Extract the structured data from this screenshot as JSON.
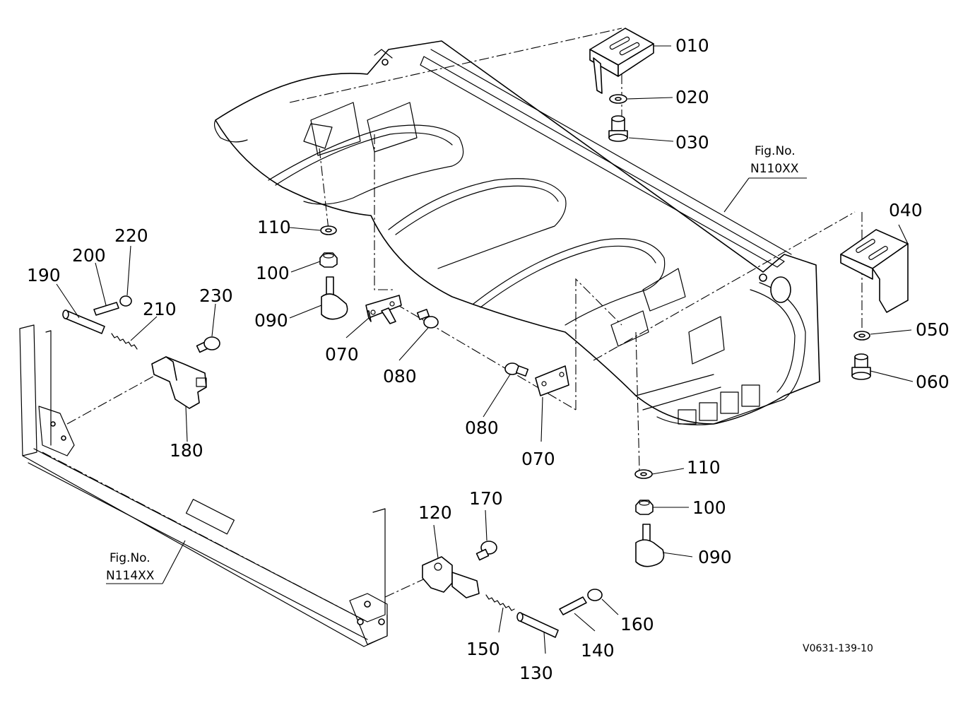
{
  "diagram_code": "V0631-139-10",
  "fig_refs": [
    {
      "title": "Fig.No.",
      "number": "N110XX"
    },
    {
      "title": "Fig.No.",
      "number": "N114XX"
    }
  ],
  "callouts": [
    {
      "label": "010"
    },
    {
      "label": "020"
    },
    {
      "label": "030"
    },
    {
      "label": "040"
    },
    {
      "label": "050"
    },
    {
      "label": "060"
    },
    {
      "label": "070"
    },
    {
      "label": "070"
    },
    {
      "label": "080"
    },
    {
      "label": "080"
    },
    {
      "label": "090"
    },
    {
      "label": "090"
    },
    {
      "label": "100"
    },
    {
      "label": "100"
    },
    {
      "label": "110"
    },
    {
      "label": "110"
    },
    {
      "label": "120"
    },
    {
      "label": "130"
    },
    {
      "label": "140"
    },
    {
      "label": "150"
    },
    {
      "label": "160"
    },
    {
      "label": "170"
    },
    {
      "label": "180"
    },
    {
      "label": "190"
    },
    {
      "label": "200"
    },
    {
      "label": "210"
    },
    {
      "label": "220"
    },
    {
      "label": "230"
    }
  ]
}
